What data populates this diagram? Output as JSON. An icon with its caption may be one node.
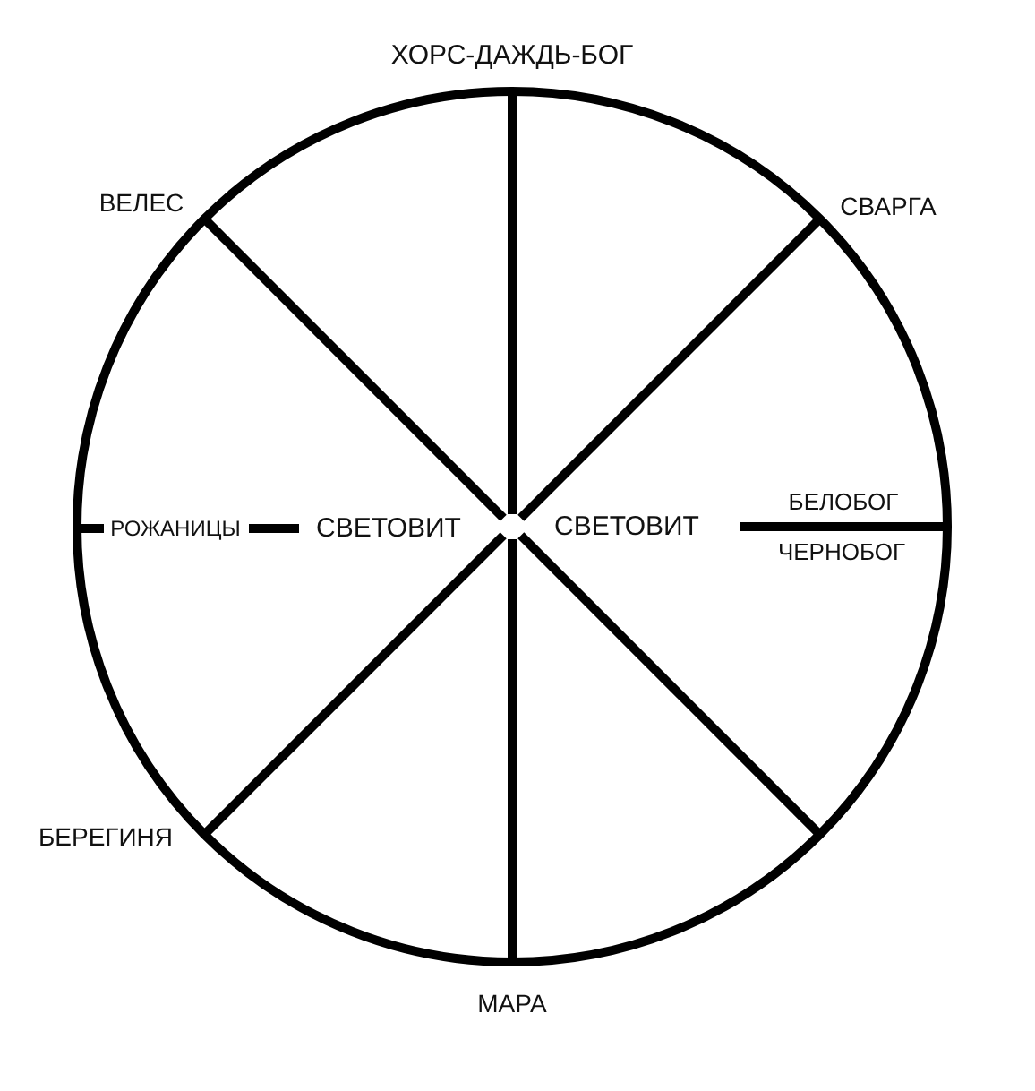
{
  "diagram": {
    "labels": [
      "ХОРС-ДАЖДЬ-БОГ",
      "ВЕЛЕС",
      "СВАРГА",
      "РОЖАНИЦЫ",
      "СВЕТОВИТ",
      "СВЕТОВИТ",
      "БЕЛОБОГ",
      "ЧЕРНОБОГ",
      "БЕРЕГИНЯ",
      "МАРА"
    ]
  }
}
